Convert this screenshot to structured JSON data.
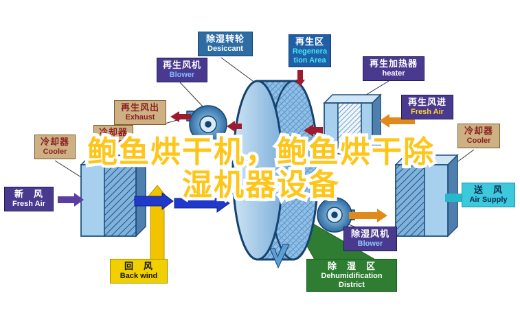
{
  "title": {
    "line1": "鲍鱼烘干机，鲍鱼烘干除",
    "line2": "湿机器设备"
  },
  "labels": {
    "regen_blower": {
      "zh": "再生风机",
      "en": "Blower"
    },
    "desiccant": {
      "zh": "除湿转轮",
      "en": "Desiccant"
    },
    "regen_area": {
      "zh": "再生区",
      "en": "Regeneration Area"
    },
    "regen_heater": {
      "zh": "再生加热器",
      "en": "heater"
    },
    "exhaust": {
      "zh": "再生风出",
      "en": "Exhaust"
    },
    "cooler_duct": {
      "zh": "冷却器",
      "en": "Cooler"
    },
    "cooler_left": {
      "zh": "冷却器",
      "en": "Cooler"
    },
    "fresh_air": {
      "zh": "新　风",
      "en": "Fresh Air"
    },
    "back_wind": {
      "zh": "回　风",
      "en": "Back wind"
    },
    "dehumid_area": {
      "zh": "除　湿　区",
      "en": "Dehumidification District"
    },
    "dehumid_blower": {
      "zh": "除湿风机",
      "en": "Blower"
    },
    "air_supply": {
      "zh": "送　风",
      "en": "Air Supply"
    },
    "cooler_right": {
      "zh": "冷却器",
      "en": "Cooler"
    },
    "regen_freshair": {
      "zh": "再生风进",
      "en": "Fresh Air"
    }
  },
  "colors": {
    "title_fill": "#ffc61a",
    "title_outline": "#ffffff",
    "arrow_process_blue": "#2038cc",
    "arrow_regen_red": "#9e1b2e",
    "arrow_orange": "#e2891b",
    "arrow_supply_teal": "#28b8cc",
    "arrow_return_yellow": "#f2c400",
    "arrow_fresh_purple": "#5b3fa0",
    "label_purple": "#4a3a8f",
    "label_tan": "#cdb184",
    "label_blue": "#2e6da4",
    "label_deepblue": "#1f5fa8",
    "label_cyan": "#3cc9dc",
    "label_yellow": "#f2d000",
    "label_green": "#2e7d32",
    "rotor_blue": "#8fc0e8"
  }
}
